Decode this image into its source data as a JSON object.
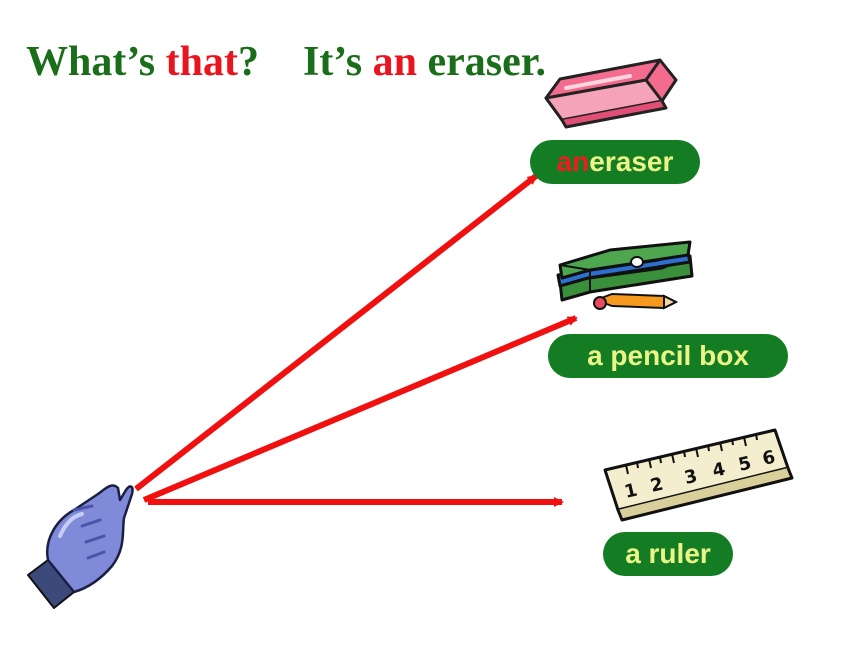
{
  "headline": {
    "part1": "What’s ",
    "part2": "that",
    "part3": "?",
    "part4": "It’s ",
    "part5": "an",
    "part6": " eraser."
  },
  "labels": {
    "eraser_article": "an",
    "eraser_word": " eraser",
    "pencil_box": "a pencil box",
    "ruler": "a ruler"
  },
  "ruler_numbers": [
    "1",
    "2",
    "3",
    "4",
    "5",
    "6"
  ],
  "colors": {
    "headline_green": "#1a6e1a",
    "highlight_red": "#e8141e",
    "pill_green": "#147d23",
    "pill_text": "#ebf587",
    "arrow_red": "#f01010"
  },
  "icons": [
    "pointing-hand-icon",
    "eraser-icon",
    "pencil-box-icon",
    "ruler-icon"
  ]
}
